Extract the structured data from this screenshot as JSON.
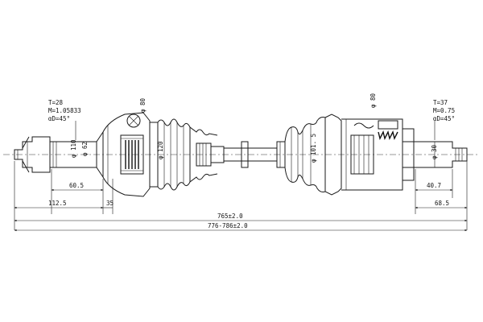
{
  "left_joint": {
    "teeth": "T=28",
    "module": "M=1.05833",
    "angle": "αD=45°"
  },
  "right_joint": {
    "teeth": "T=37",
    "module": "M=0.75",
    "angle": "αD=45°"
  },
  "diameters": {
    "d80_left": "φ 80",
    "d110": "φ 110",
    "d62": "φ 62",
    "d120": "φ 120",
    "d80_right": "φ 80",
    "d101": "φ 101. 5",
    "d30": "φ 30"
  },
  "lengths": {
    "l112": "112.5",
    "l60": "60.5",
    "l35": "35",
    "l40": "40.7",
    "l68": "68.5",
    "total": "765±2.0",
    "range": "776-786±2.0"
  }
}
